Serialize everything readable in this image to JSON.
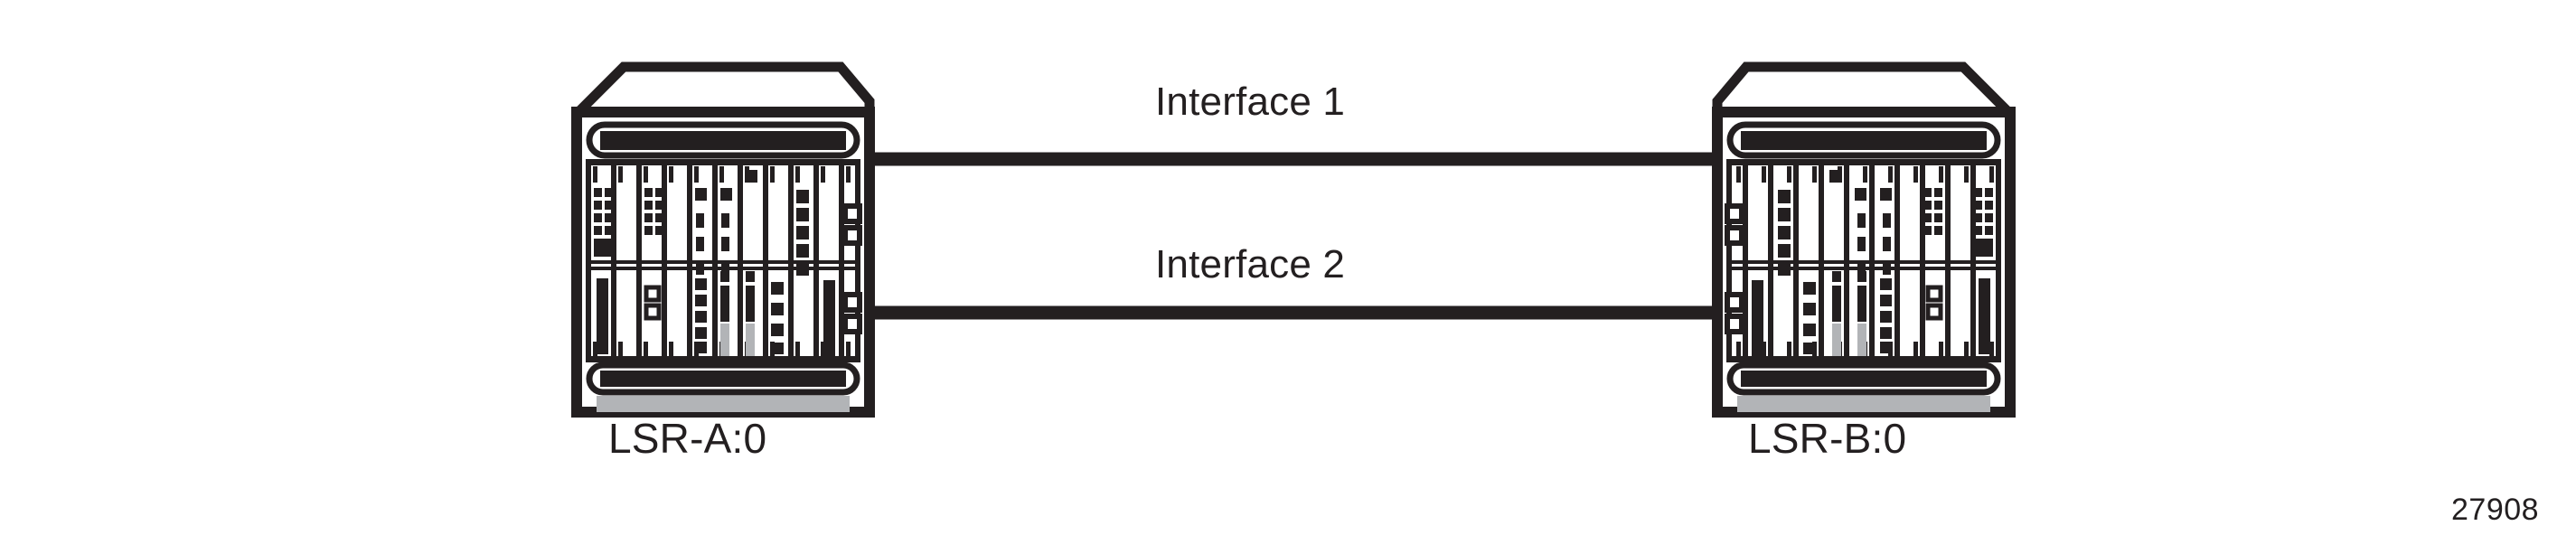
{
  "diagram": {
    "type": "network-topology",
    "figure_number": "27908",
    "background_color": "#ffffff",
    "ink_color": "#231f20",
    "accent_gray": "#b2b4b7",
    "nodes": [
      {
        "id": "lsr-a",
        "label": "LSR-A:0",
        "device_kind": "router-chassis",
        "side": "left"
      },
      {
        "id": "lsr-b",
        "label": "LSR-B:0",
        "device_kind": "router-chassis",
        "side": "right"
      }
    ],
    "links": [
      {
        "id": "link-1",
        "label": "Interface 1",
        "from": "lsr-a",
        "to": "lsr-b"
      },
      {
        "id": "link-2",
        "label": "Interface 2",
        "from": "lsr-a",
        "to": "lsr-b"
      }
    ]
  }
}
